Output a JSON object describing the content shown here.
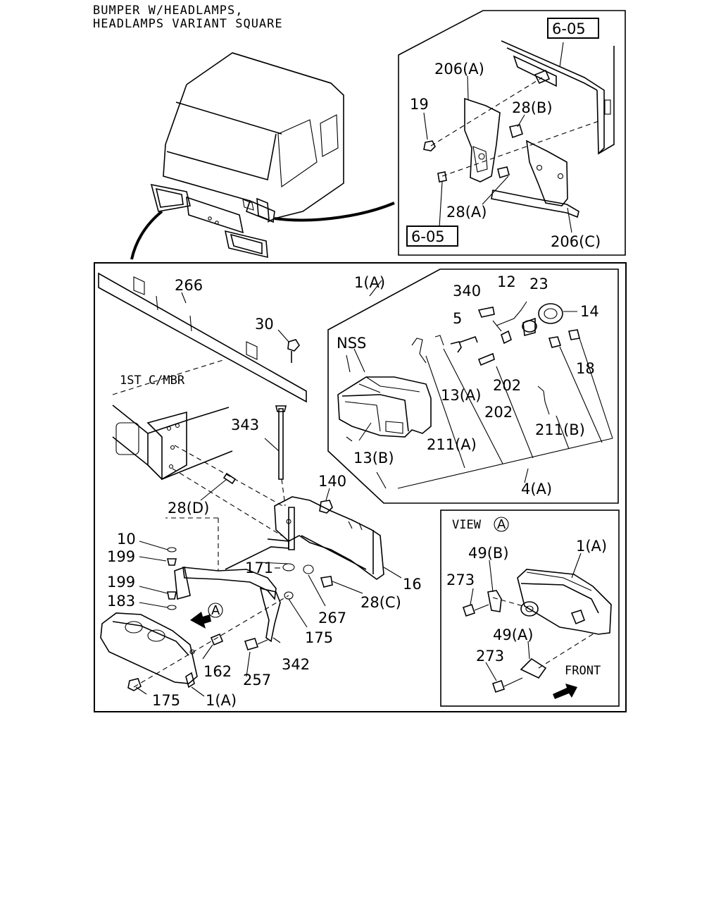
{
  "header": {
    "line1": "BUMPER W/HEADLAMPS,",
    "line2": "HEADLAMPS VARIANT SQUARE"
  },
  "inset_top": {
    "ref_top": "6-05",
    "ref_bottom": "6-05",
    "labels": [
      "206(A)",
      "19",
      "28(B)",
      "28(A)",
      "206(C)"
    ]
  },
  "main": {
    "labels": {
      "l266": "266",
      "l30": "30",
      "l1st": "1ST C/MBR",
      "l343": "343",
      "l28d": "28(D)",
      "l140": "140",
      "l10": "10",
      "l199a": "199",
      "l199b": "199",
      "l183": "183",
      "l171": "171",
      "l16": "16",
      "l28c": "28(C)",
      "l267": "267",
      "l175a": "175",
      "l162": "162",
      "l342": "342",
      "l257": "257",
      "l175b": "175",
      "l1a_bottom": "1(A)",
      "viewA_marker": "A"
    }
  },
  "lamp_inset": {
    "labels": {
      "l1a": "1(A)",
      "l340": "340",
      "l12": "12",
      "l23": "23",
      "l14": "14",
      "l5": "5",
      "lnss": "NSS",
      "l18": "18",
      "l13a": "13(A)",
      "l202a": "202",
      "l202b": "202",
      "l211b": "211(B)",
      "l211a": "211(A)",
      "l13b": "13(B)",
      "l4a": "4(A)"
    }
  },
  "view_inset": {
    "title": "VIEW",
    "title_marker": "A",
    "labels": {
      "l1a": "1(A)",
      "l49b": "49(B)",
      "l273a": "273",
      "l49a": "49(A)",
      "l273b": "273",
      "front": "FRONT"
    }
  }
}
